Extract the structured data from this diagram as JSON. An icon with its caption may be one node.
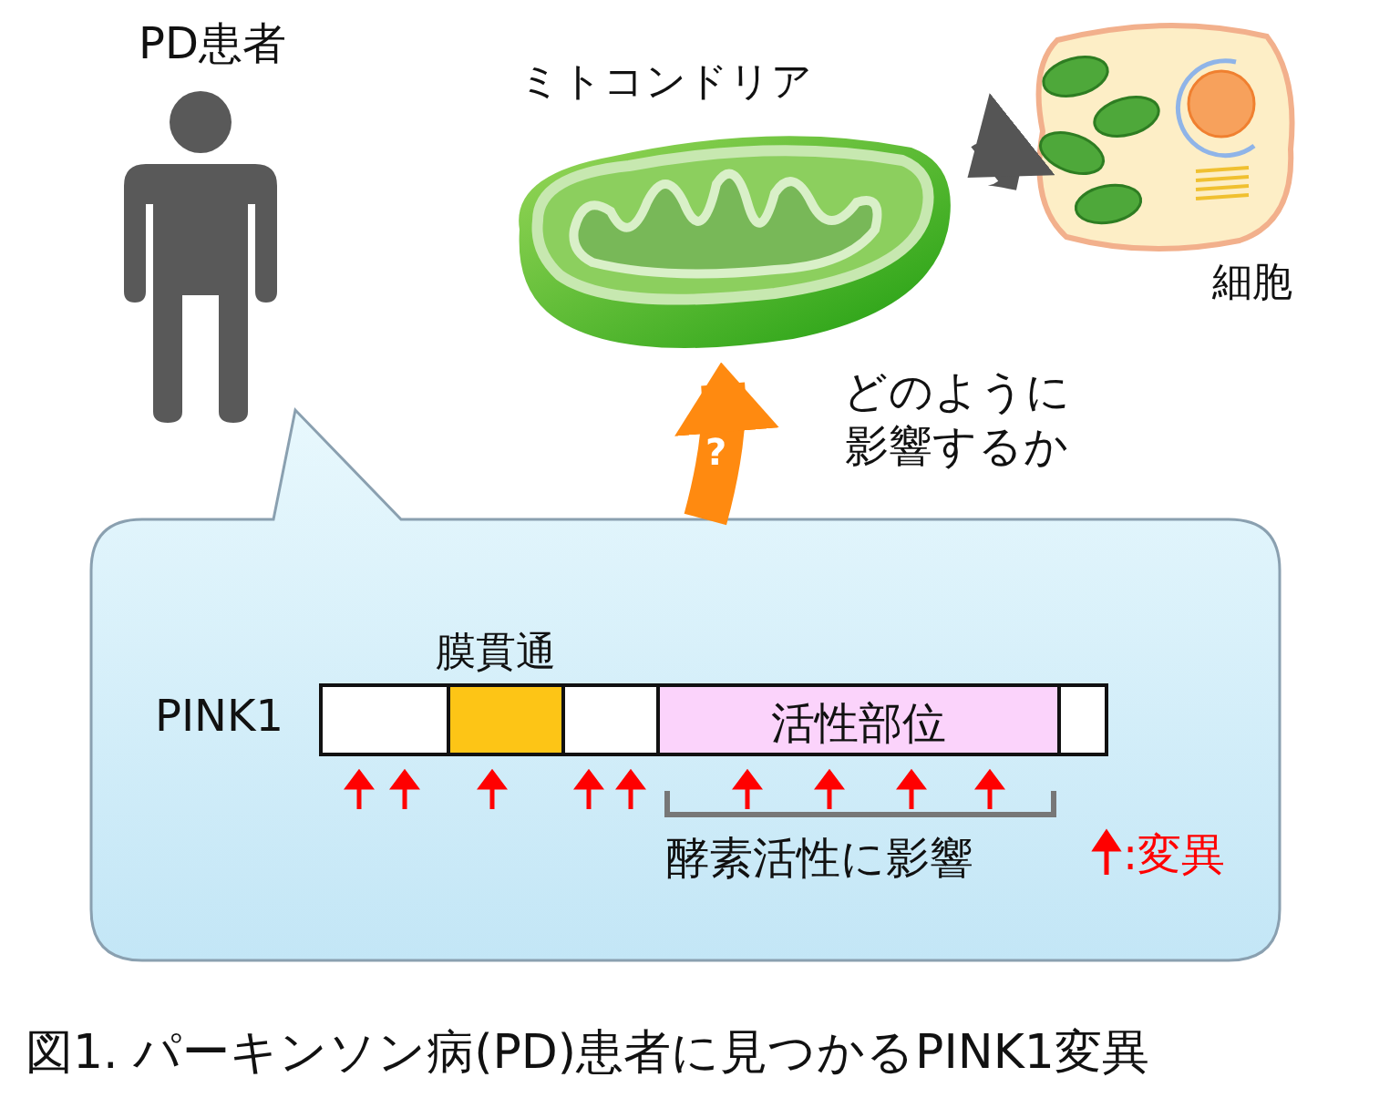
{
  "diagram": {
    "caption": "図1. パーキンソン病(PD)患者に見つかるPINK1変異",
    "nodes": [
      {
        "text": [
          "PD患者"
        ]
      },
      {
        "text": [
          "ミトコンドリア"
        ]
      },
      {
        "text": [
          "細胞"
        ]
      },
      {
        "text": [],
        "shape": "bubble"
      },
      {
        "text": [
          "PINK1"
        ],
        "in": 3
      },
      {
        "text": [],
        "shape": "box",
        "in": 4
      },
      {
        "text": [
          "膜貫通"
        ],
        "in": 4
      },
      {
        "text": [],
        "shape": "box",
        "in": 4
      },
      {
        "text": [
          "活性部位"
        ],
        "in": 4
      },
      {
        "text": [],
        "shape": "box",
        "in": 4
      }
    ],
    "edges": [
      {
        "from": 2,
        "to": 1,
        "arrow": "to",
        "color": "#555555"
      },
      {
        "from": 3,
        "to": 1,
        "arrow": "to",
        "label": "?",
        "color": "#ff8a10"
      }
    ],
    "labels": [
      "どのように影響するか",
      "酵素活性に影響"
    ],
    "legend": [
      {
        "text": ":変異"
      }
    ]
  }
}
